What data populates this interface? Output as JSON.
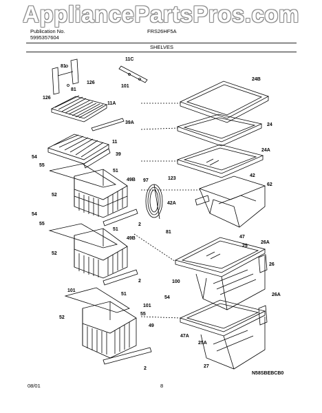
{
  "watermark": "AppliancePartsPros.com",
  "header": {
    "publication_label": "Publication No.",
    "publication_number": "5995357604",
    "model": "FRS26HF5A",
    "section": "SHELVES"
  },
  "footer": {
    "date": "08/01",
    "page": "8",
    "drawing_code": "N58SBEBCB0"
  },
  "parts": [
    "81",
    "126",
    "81",
    "126",
    "11C",
    "101",
    "11A",
    "39A",
    "11",
    "39",
    "54",
    "55",
    "51",
    "49B",
    "52",
    "97",
    "2",
    "54",
    "55",
    "51",
    "49B",
    "52",
    "2",
    "81",
    "101",
    "51",
    "101",
    "54",
    "55",
    "52",
    "49",
    "2",
    "24B",
    "24",
    "24A",
    "123",
    "42",
    "62",
    "42A",
    "47",
    "25",
    "26A",
    "26",
    "100",
    "26A",
    "47A",
    "25A",
    "27"
  ]
}
